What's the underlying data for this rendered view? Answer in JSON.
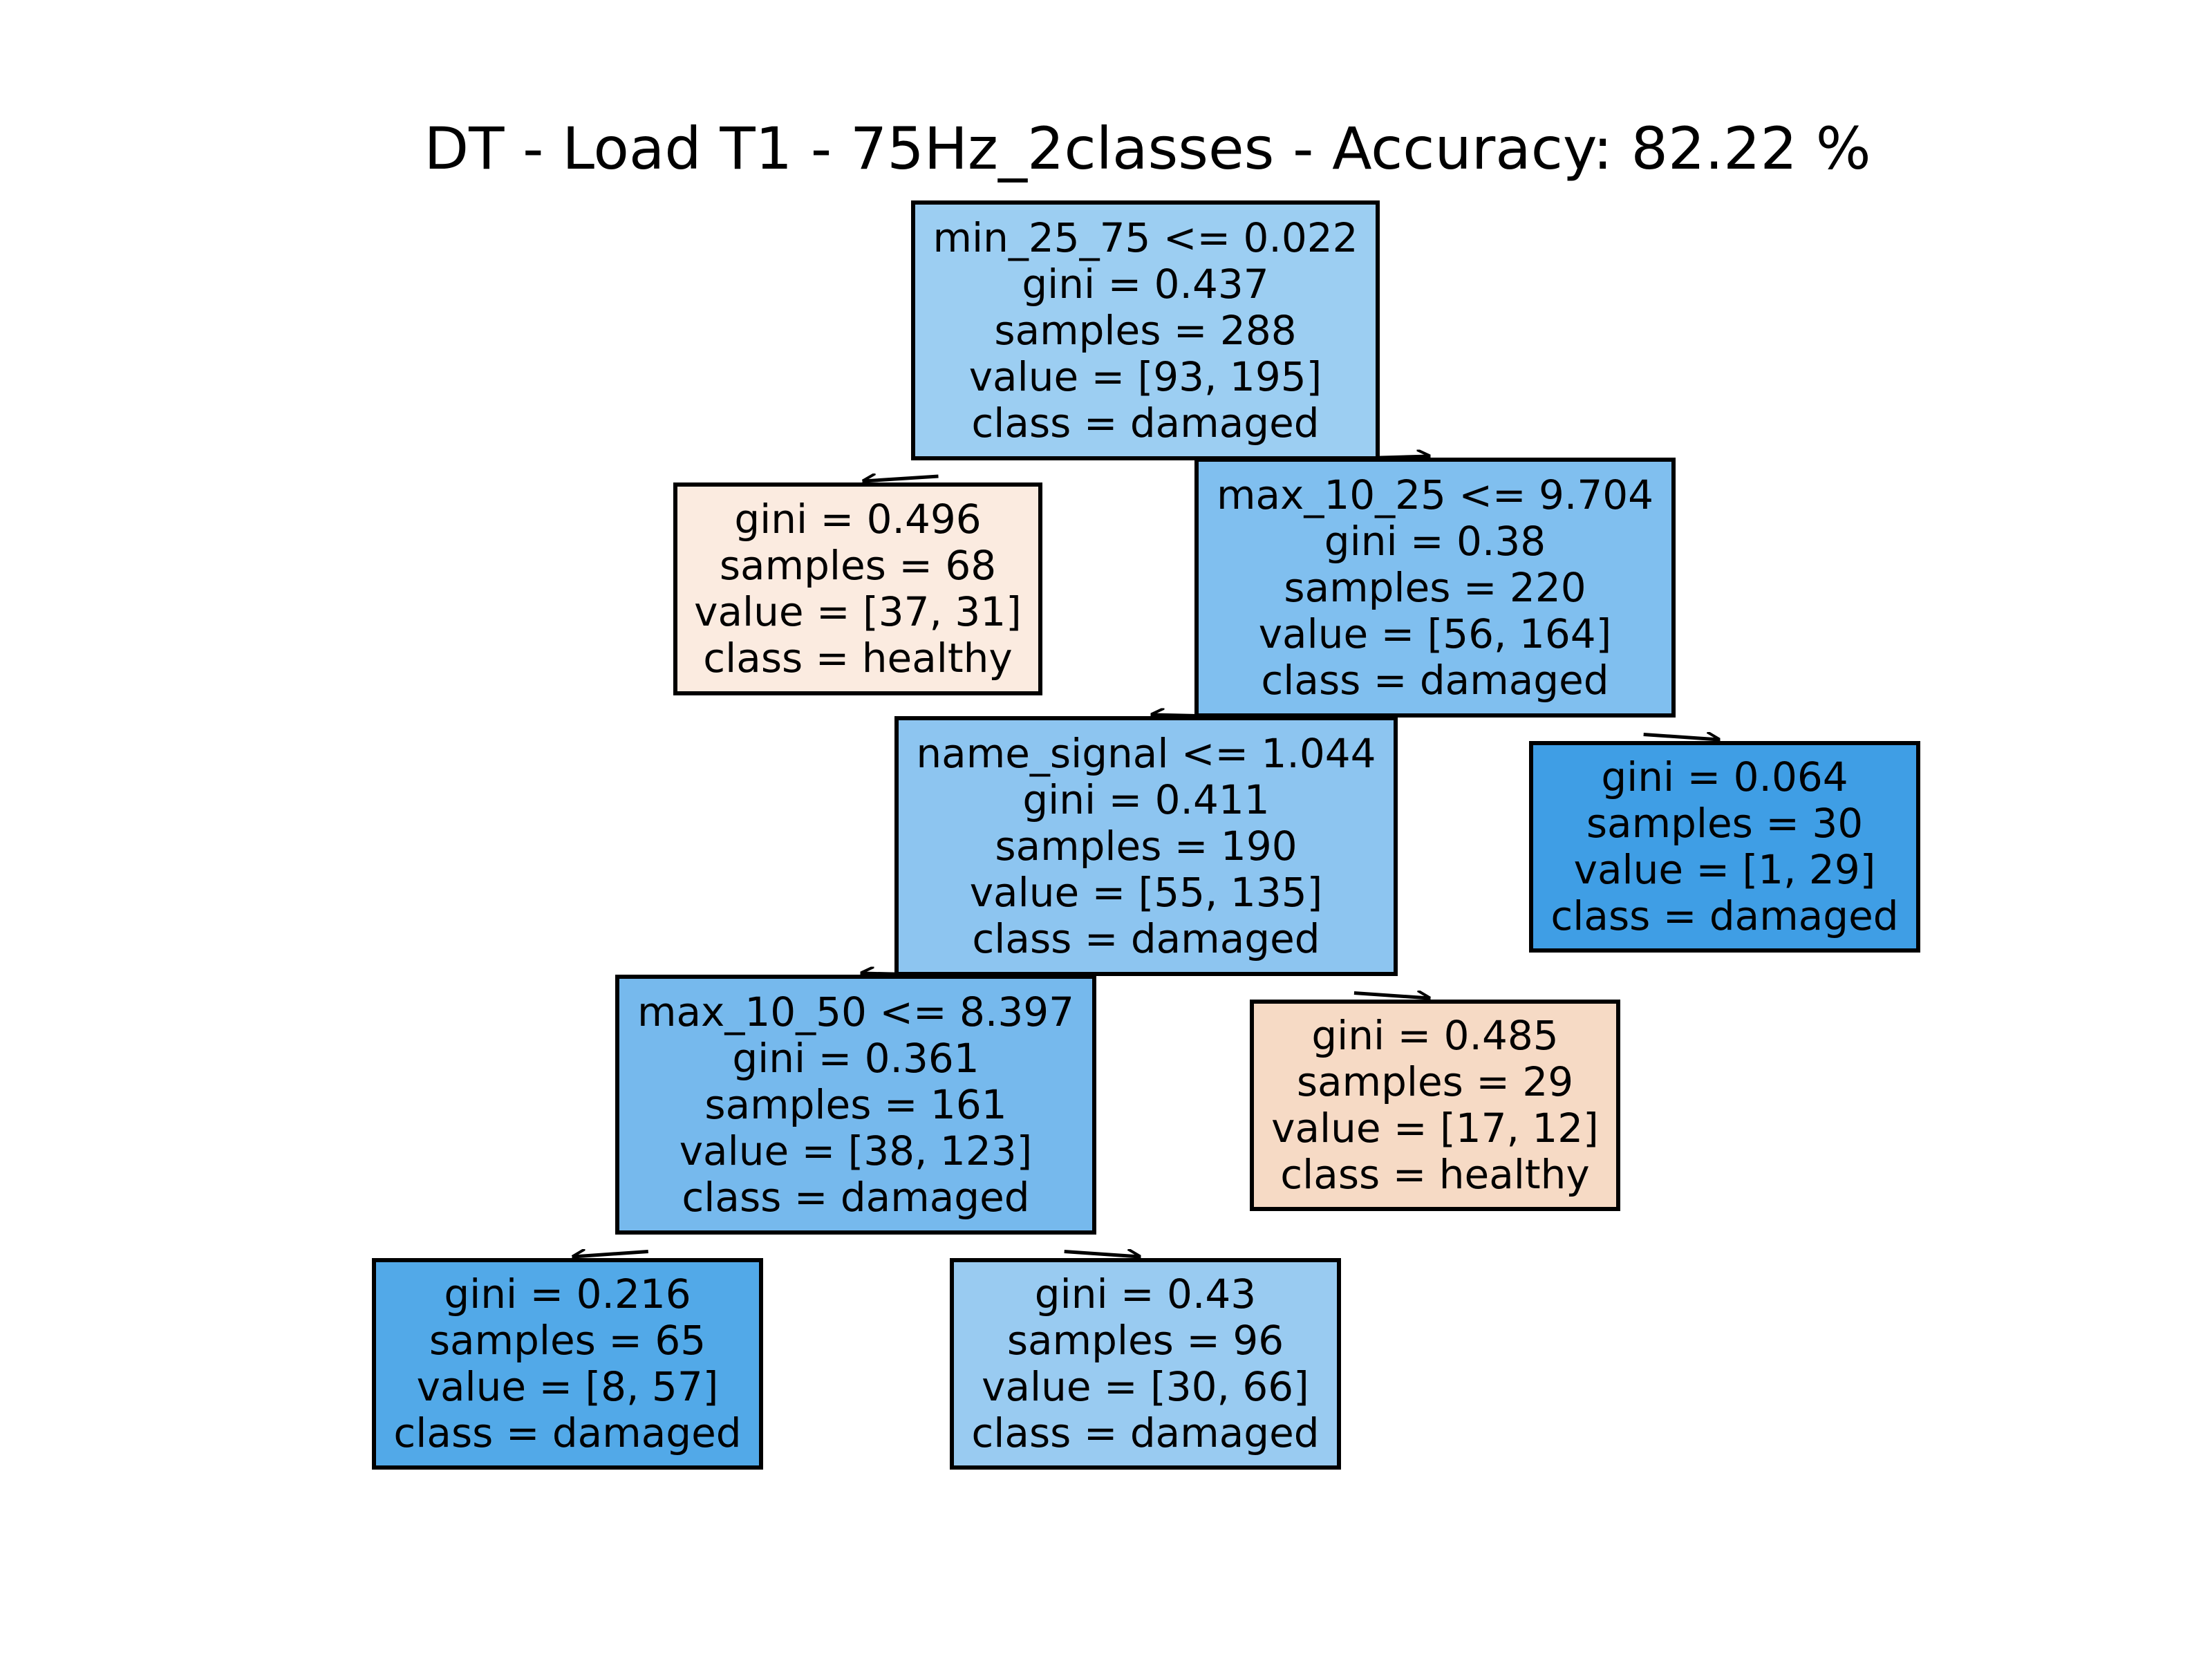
{
  "title": "DT - Load T1 - 75Hz_2classes - Accuracy: 82.22 %",
  "colors": {
    "healthy_light": "#fbebe0",
    "healthy_mid": "#f6dac5",
    "damaged_lightest": "#9ccef2",
    "damaged_light": "#99cbf1",
    "damaged_mid": "#8dc5f0",
    "damaged_medium": "#80bfef",
    "damaged_strong": "#76b9ed",
    "damaged_deep": "#52a9e8",
    "damaged_deepest": "#3f9ee5"
  },
  "nodes": [
    {
      "id": "n0",
      "split": "min_25_75 <= 0.022",
      "gini": "gini = 0.437",
      "samples": "samples = 288",
      "value": "value = [93, 195]",
      "class": "class = damaged",
      "fill": "#9ccef2"
    },
    {
      "id": "n1",
      "gini": "gini = 0.496",
      "samples": "samples = 68",
      "value": "value = [37, 31]",
      "class": "class = healthy",
      "fill": "#fbebe0"
    },
    {
      "id": "n2",
      "split": "max_10_25 <= 9.704",
      "gini": "gini = 0.38",
      "samples": "samples = 220",
      "value": "value = [56, 164]",
      "class": "class = damaged",
      "fill": "#80bfef"
    },
    {
      "id": "n3",
      "split": "name_signal <= 1.044",
      "gini": "gini = 0.411",
      "samples": "samples = 190",
      "value": "value = [55, 135]",
      "class": "class = damaged",
      "fill": "#8dc5f0"
    },
    {
      "id": "n4",
      "gini": "gini = 0.064",
      "samples": "samples = 30",
      "value": "value = [1, 29]",
      "class": "class = damaged",
      "fill": "#3f9ee5"
    },
    {
      "id": "n5",
      "split": "max_10_50 <= 8.397",
      "gini": "gini = 0.361",
      "samples": "samples = 161",
      "value": "value = [38, 123]",
      "class": "class = damaged",
      "fill": "#76b9ed"
    },
    {
      "id": "n6",
      "gini": "gini = 0.485",
      "samples": "samples = 29",
      "value": "value = [17, 12]",
      "class": "class = healthy",
      "fill": "#f6dac5"
    },
    {
      "id": "n7",
      "gini": "gini = 0.216",
      "samples": "samples = 65",
      "value": "value = [8, 57]",
      "class": "class = damaged",
      "fill": "#52a9e8"
    },
    {
      "id": "n8",
      "gini": "gini = 0.43",
      "samples": "samples = 96",
      "value": "value = [30, 66]",
      "class": "class = damaged",
      "fill": "#99cbf1"
    }
  ],
  "edges": [
    [
      "n0",
      "n1"
    ],
    [
      "n0",
      "n2"
    ],
    [
      "n2",
      "n3"
    ],
    [
      "n2",
      "n4"
    ],
    [
      "n3",
      "n5"
    ],
    [
      "n3",
      "n6"
    ],
    [
      "n5",
      "n7"
    ],
    [
      "n5",
      "n8"
    ]
  ]
}
